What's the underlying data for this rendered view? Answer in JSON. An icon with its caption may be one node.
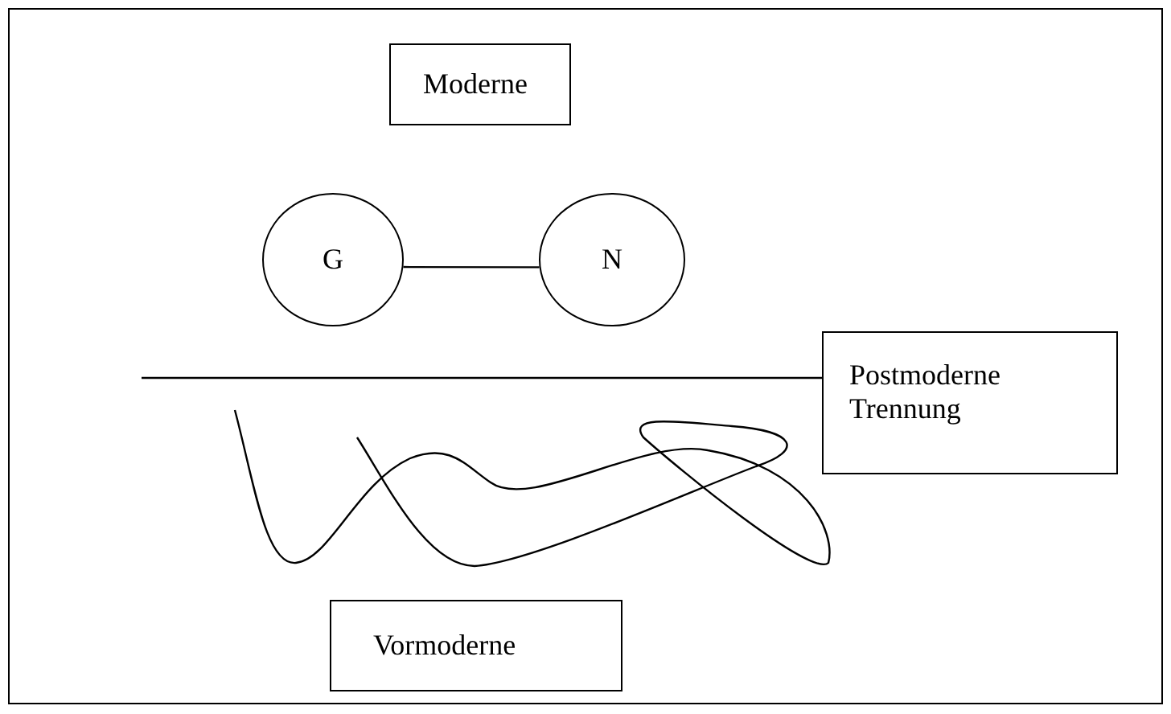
{
  "diagram": {
    "nodes": [
      {
        "text": [
          "Moderne"
        ]
      },
      {
        "text": [
          "G"
        ]
      },
      {
        "text": [
          "N"
        ]
      },
      {
        "text": [
          "Postmoderne Trennung"
        ]
      },
      {
        "text": [
          "Vormoderne"
        ]
      }
    ],
    "edges": [
      {
        "from": 1,
        "to": 2,
        "arrow": "none"
      }
    ]
  }
}
